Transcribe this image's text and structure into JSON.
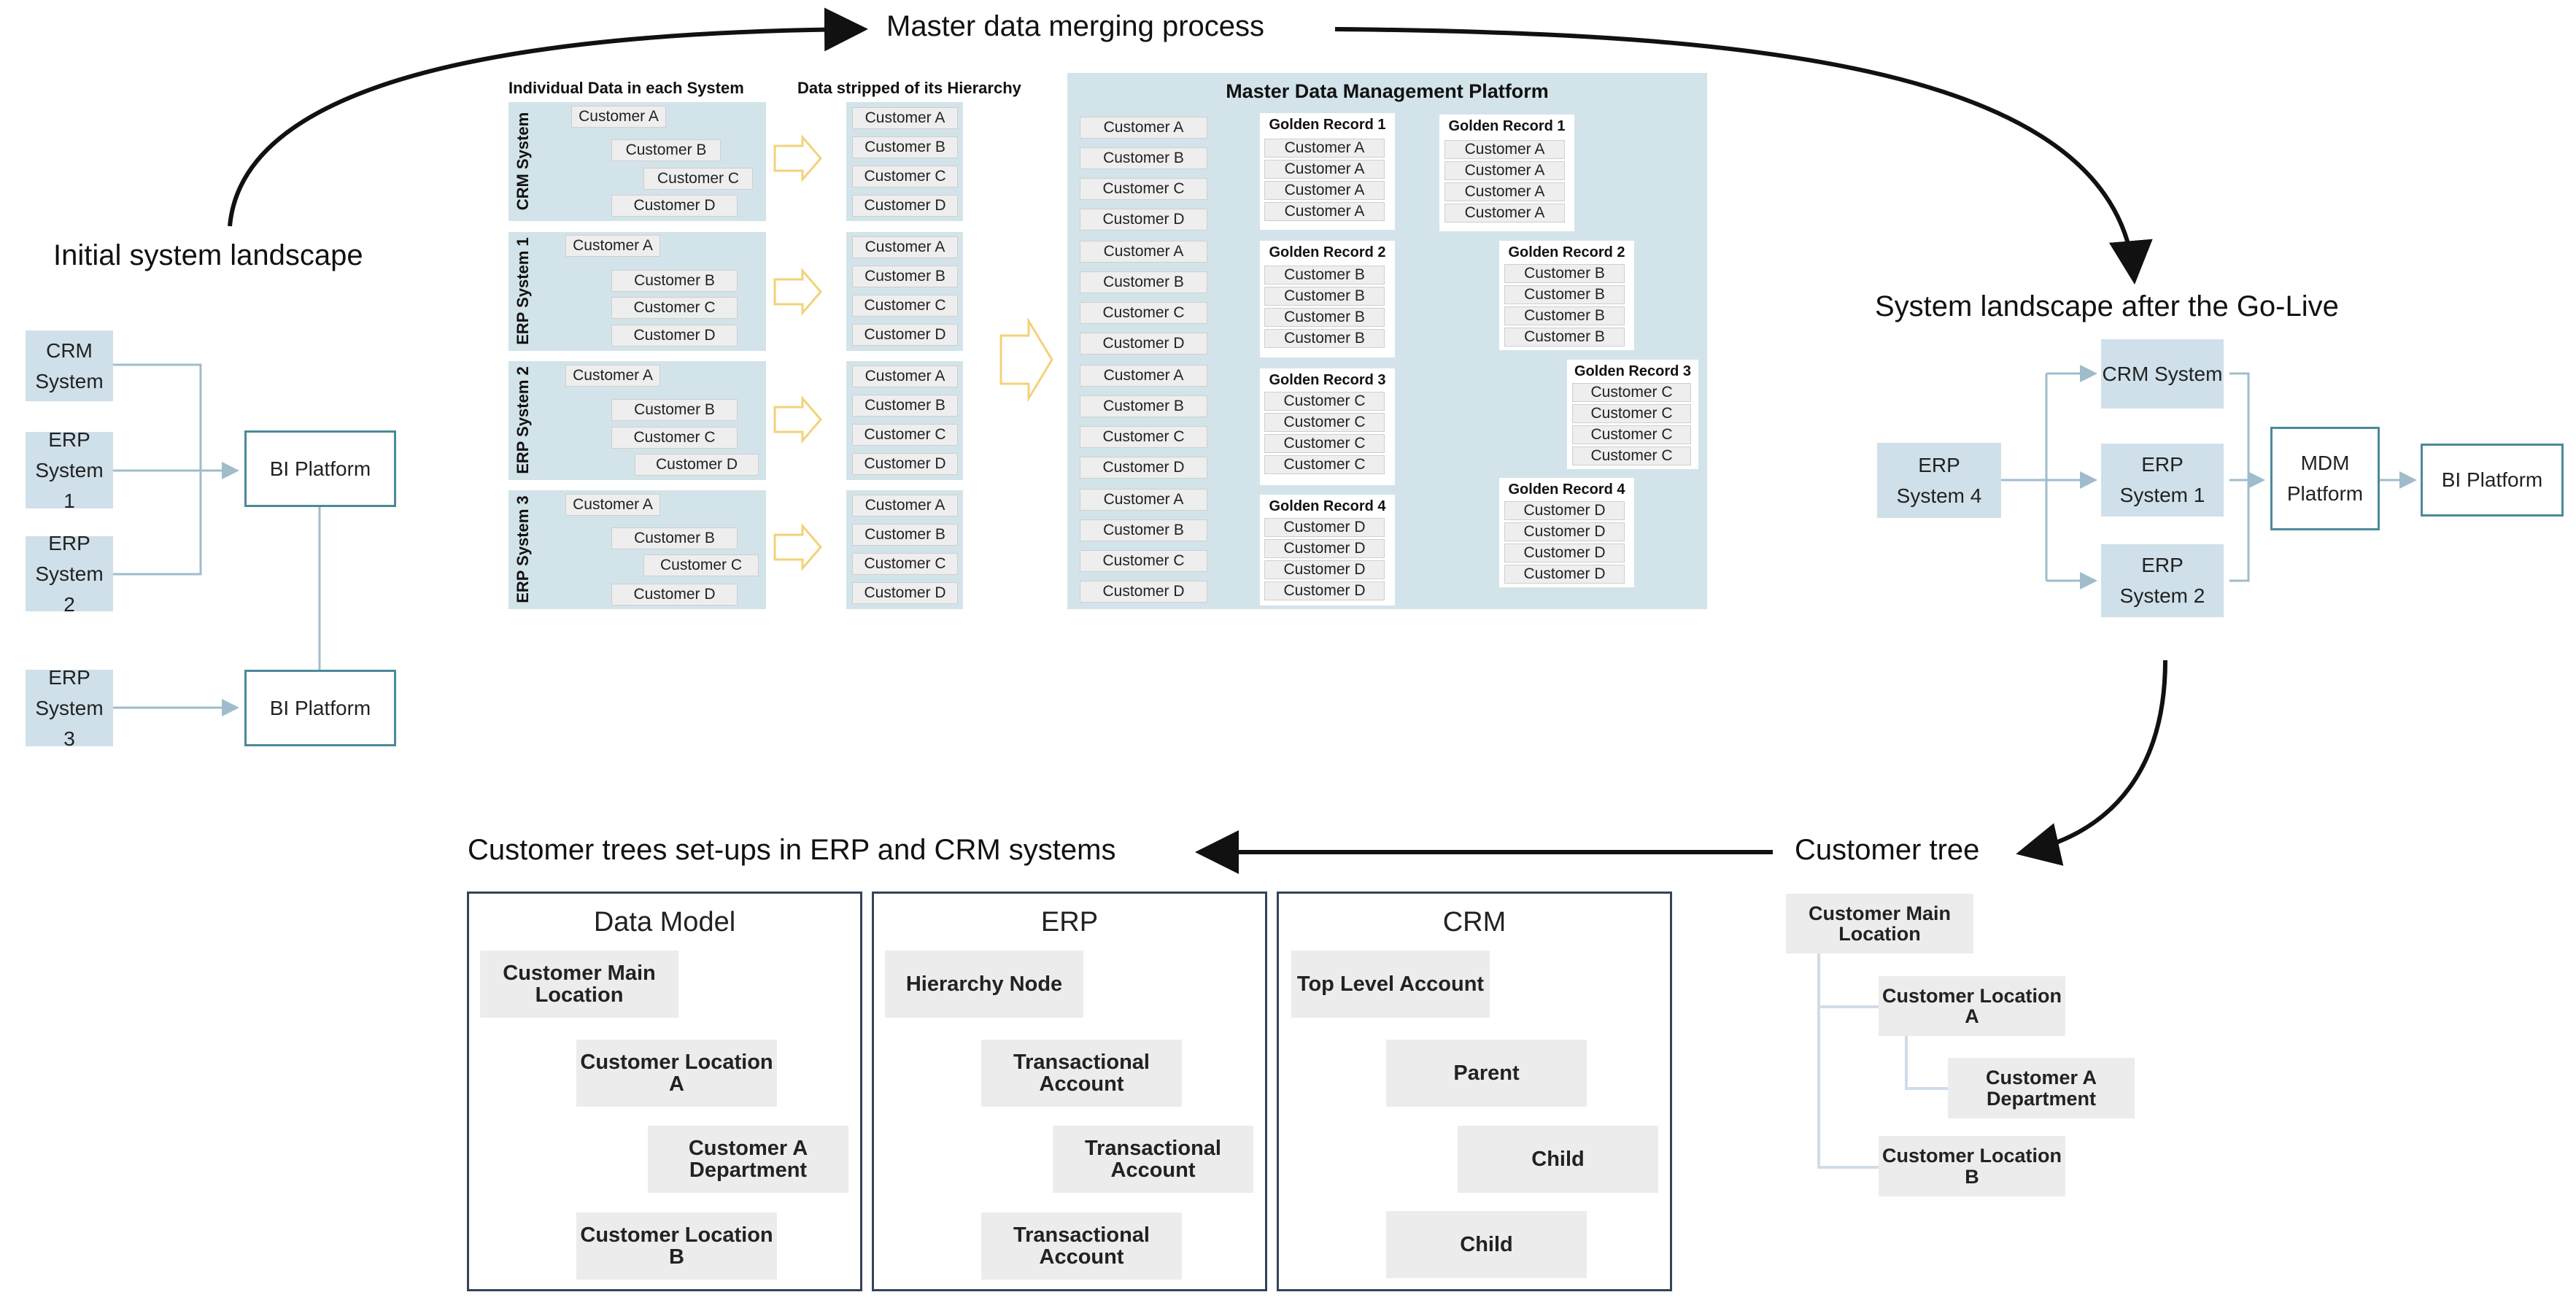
{
  "labels": {
    "merge_process": "Master data merging process",
    "initial": "Initial system landscape",
    "after": "System landscape after the Go-Live",
    "customer_tree": "Customer tree",
    "setups": "Customer trees set-ups in ERP and CRM systems"
  },
  "initial_landscape": {
    "crm": "CRM System",
    "erp1": "ERP System 1",
    "erp2": "ERP System 2",
    "erp3": "ERP System 3",
    "bi_top": "BI Platform",
    "bi_bottom": "BI Platform"
  },
  "merging": {
    "col1_header": "Individual Data in each System",
    "col2_header": "Data stripped of its Hierarchy",
    "mdm_header": "Master Data Management Platform",
    "systems": [
      "CRM System",
      "ERP System 1",
      "ERP System 2",
      "ERP System 3"
    ],
    "customers": [
      "Customer A",
      "Customer B",
      "Customer C",
      "Customer D"
    ],
    "golden_records": [
      "Golden Record 1",
      "Golden Record 2",
      "Golden Record 3",
      "Golden Record 4"
    ]
  },
  "after_landscape": {
    "erp4": "ERP System 4",
    "crm": "CRM System",
    "erp1": "ERP System 1",
    "erp2": "ERP System 2",
    "mdm": "MDM Platform",
    "bi": "BI Platform"
  },
  "customer_tree": {
    "main": "Customer Main Location",
    "loc_a": "Customer Location A",
    "dept": "Customer A Department",
    "loc_b": "Customer Location B"
  },
  "setups": {
    "data_model": {
      "title": "Data Model",
      "main": "Customer Main Location",
      "loc_a": "Customer Location A",
      "dept": "Customer A Department",
      "loc_b": "Customer Location B"
    },
    "erp": {
      "title": "ERP",
      "node": "Hierarchy Node",
      "ta1": "Transactional Account",
      "ta2": "Transactional Account",
      "ta3": "Transactional Account"
    },
    "crm": {
      "title": "CRM",
      "top": "Top Level Account",
      "parent": "Parent",
      "child1": "Child",
      "child2": "Child"
    }
  }
}
